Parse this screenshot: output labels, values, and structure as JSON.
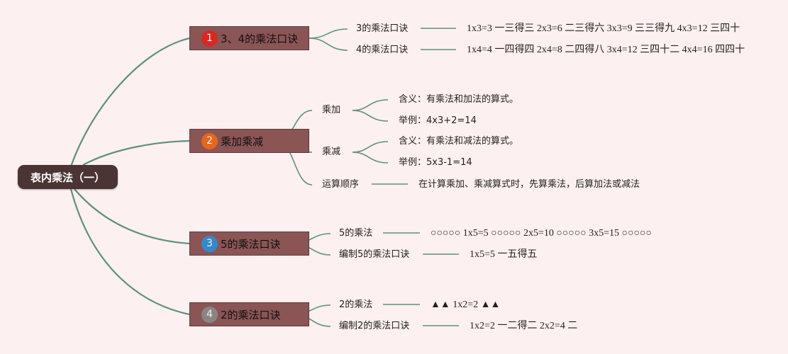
{
  "root": {
    "label": "表内乘法（一）"
  },
  "colors": {
    "line": "#5e8f7e",
    "root_bg": "#4a3434",
    "branch_bg": "#8b5555"
  },
  "branches": [
    {
      "badge": "1",
      "badge_color": "#e0251b",
      "label": "3、4的乘法口诀",
      "topics": [
        {
          "label": "3的乘法口诀",
          "detail": "1x3=3 一三得三 2x3=6 二三得六 3x3=9 三三得九 4x3=12 三四十"
        },
        {
          "label": "4的乘法口诀",
          "detail": "1x4=4 一四得四 2x4=8 二四得八 3x4=12 三四十二 4x4=16 四四十"
        }
      ]
    },
    {
      "badge": "2",
      "badge_color": "#ee6a18",
      "label": "乘加乘减",
      "topics": [
        {
          "label": "乘加",
          "subs": [
            {
              "text": "含义：有乘法和加法的算式。"
            },
            {
              "text": "举例：4x3+2=14"
            }
          ]
        },
        {
          "label": "乘减",
          "subs": [
            {
              "text": "含义：有乘法和减法的算式。"
            },
            {
              "text": "举例：5x3-1=14"
            }
          ]
        },
        {
          "label": "运算顺序",
          "detail": "在计算乘加、乘减算式时，先算乘法，后算加法或减法"
        }
      ]
    },
    {
      "badge": "3",
      "badge_color": "#2a8fd8",
      "label": "5的乘法口诀",
      "topics": [
        {
          "label": "5的乘法",
          "detail": "○○○○○ 1x5=5 ○○○○○ 2x5=10 ○○○○○ 3x5=15 ○○○○○"
        },
        {
          "label": "编制5的乘法口诀",
          "detail": "1x5=5 一五得五"
        }
      ]
    },
    {
      "badge": "4",
      "badge_color": "#8a8a8a",
      "label": "2的乘法口诀",
      "topics": [
        {
          "label": "2的乘法",
          "detail": "▲▲ 1x2=2 ▲▲"
        },
        {
          "label": "编制2的乘法口诀",
          "detail": "1x2=2 一二得二 2x2=4 二"
        }
      ]
    }
  ]
}
